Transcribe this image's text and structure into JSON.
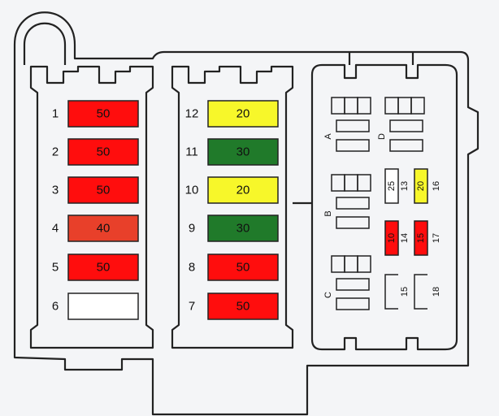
{
  "colors": {
    "background": "#f4f5f7",
    "outline": "#222222",
    "red": "#ff0d0d",
    "orange_red": "#e8402a",
    "yellow": "#f7f72a",
    "green": "#207a2a",
    "empty": "#ffffff"
  },
  "left_column": [
    {
      "position": "1",
      "amperage": "50",
      "color": "red"
    },
    {
      "position": "2",
      "amperage": "50",
      "color": "red"
    },
    {
      "position": "3",
      "amperage": "50",
      "color": "red"
    },
    {
      "position": "4",
      "amperage": "40",
      "color": "orange_red"
    },
    {
      "position": "5",
      "amperage": "50",
      "color": "red"
    },
    {
      "position": "6",
      "amperage": "",
      "color": "empty"
    }
  ],
  "middle_column": [
    {
      "position": "12",
      "amperage": "20",
      "color": "yellow"
    },
    {
      "position": "11",
      "amperage": "30",
      "color": "green"
    },
    {
      "position": "10",
      "amperage": "20",
      "color": "yellow"
    },
    {
      "position": "9",
      "amperage": "30",
      "color": "green"
    },
    {
      "position": "8",
      "amperage": "50",
      "color": "red"
    },
    {
      "position": "7",
      "amperage": "50",
      "color": "red"
    }
  ],
  "relay_labels": [
    "A",
    "B",
    "C",
    "D"
  ],
  "mini_fuses": [
    {
      "position": "13",
      "amperage": "25",
      "color": "empty"
    },
    {
      "position": "16",
      "amperage": "20",
      "color": "yellow"
    },
    {
      "position": "14",
      "amperage": "10",
      "color": "red"
    },
    {
      "position": "17",
      "amperage": "15",
      "color": "red"
    },
    {
      "position": "15",
      "amperage": "",
      "color": "empty"
    },
    {
      "position": "18",
      "amperage": "",
      "color": "empty"
    }
  ]
}
